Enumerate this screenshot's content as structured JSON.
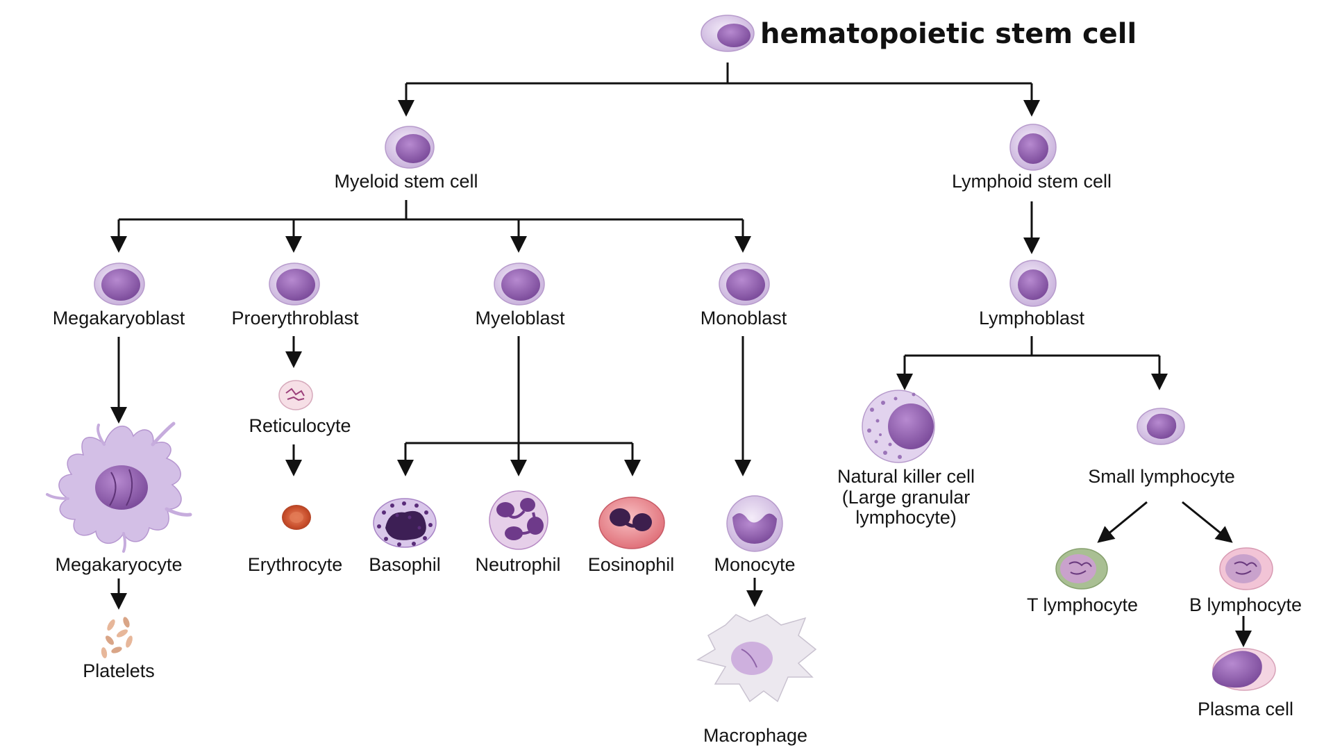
{
  "title": "hematopoietic stem cell",
  "nodes": {
    "myeloid_stem_cell": "Myeloid stem cell",
    "lymphoid_stem_cell": "Lymphoid stem cell",
    "megakaryoblast": "Megakaryoblast",
    "proerythroblast": "Proerythroblast",
    "myeloblast": "Myeloblast",
    "monoblast": "Monoblast",
    "lymphoblast": "Lymphoblast",
    "reticulocyte": "Reticulocyte",
    "megakaryocyte": "Megakaryocyte",
    "erythrocyte": "Erythrocyte",
    "basophil": "Basophil",
    "neutrophil": "Neutrophil",
    "eosinophil": "Eosinophil",
    "monocyte": "Monocyte",
    "platelets": "Platelets",
    "macrophage": "Macrophage",
    "nk_cell": [
      "Natural killer cell",
      "(Large granular",
      "lymphocyte)"
    ],
    "small_lymphocyte": "Small lymphocyte",
    "t_lymphocyte": "T lymphocyte",
    "b_lymphocyte": "B lymphocyte",
    "plasma_cell": "Plasma cell"
  },
  "colors": {
    "cytoplasm": "#dccdea",
    "nucleus": "#9a69b8",
    "erythrocyte": "#d6633f",
    "eosinophil": "#ec8e94",
    "t_cell_rim": "#a9bf93",
    "b_cell_rim": "#f2c4d6"
  }
}
